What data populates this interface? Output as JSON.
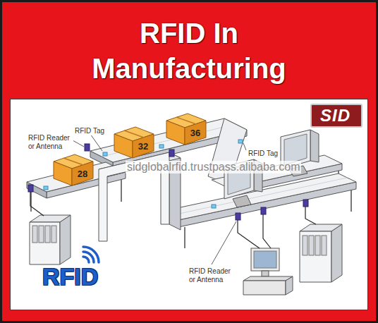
{
  "diagram": {
    "title": "RFID In Manufacturing",
    "nodes": [
      {
        "text": [
          "SID"
        ]
      },
      {
        "text": [
          "36"
        ]
      },
      {
        "text": [
          "32"
        ]
      },
      {
        "text": [
          "28"
        ]
      }
    ],
    "labels": [
      "RFID Tag",
      "RFID Reader or Antenna",
      "sidglobalrfid.trustpass.alibaba.com",
      "RFID Tag",
      "RFID Reader or Antenna",
      "RFID"
    ]
  }
}
